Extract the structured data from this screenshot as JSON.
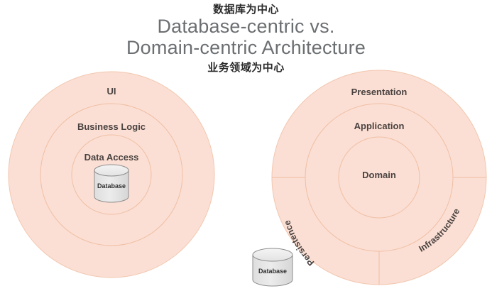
{
  "meta": {
    "bg_color": "#ffffff"
  },
  "header": {
    "caption_top": "数据库为中心",
    "caption_bottom": "业务领域为中心",
    "title_line1": "Database-centric vs.",
    "title_line2": "Domain-centric Architecture",
    "title_color": "#6c6f72",
    "caption_color": "#2b2b2b"
  },
  "colors": {
    "ring_fill": "#fbdfd4",
    "ring_stroke": "#f0c0a6",
    "label_text": "#4a4240",
    "cylinder_fill": "#e6e6e6",
    "cylinder_top": "#efefef",
    "cylinder_stroke": "#8a8a8a"
  },
  "left_diagram": {
    "name": "database-centric-architecture",
    "rings": [
      {
        "label": "UI",
        "radius": 152
      },
      {
        "label": "Business Logic",
        "radius": 105
      },
      {
        "label": "Data Access",
        "radius": 59
      }
    ],
    "cylinder": {
      "label": "Database"
    }
  },
  "right_diagram": {
    "name": "domain-centric-architecture",
    "rings": [
      {
        "label": "Presentation",
        "radius": 151
      },
      {
        "label": "Application",
        "radius": 104
      },
      {
        "label": "Domain",
        "radius": 57
      }
    ],
    "arc_labels": [
      {
        "label": "Persistence"
      },
      {
        "label": "Infrastructure"
      }
    ]
  },
  "floating_cylinder": {
    "label": "Database"
  }
}
